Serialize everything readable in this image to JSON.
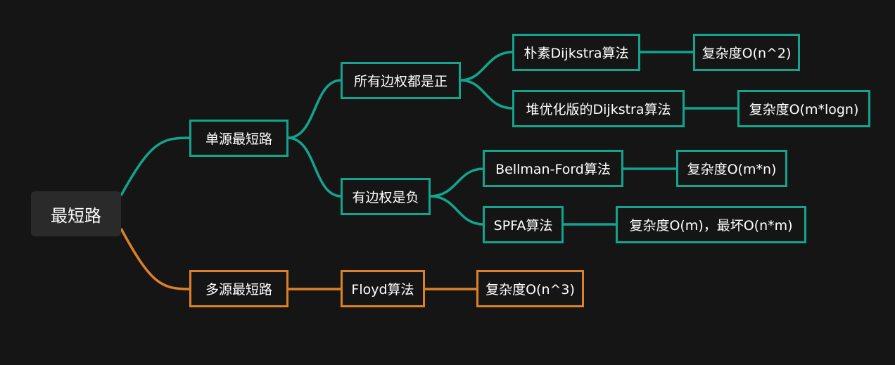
{
  "mindmap": {
    "root": "最短路",
    "colors": {
      "single_source_branch": "#12a48d",
      "multi_source_branch": "#dd8126",
      "background": "#151515",
      "root_fill": "#2a2a2a",
      "text": "#ffffff"
    },
    "single_source": {
      "label": "单源最短路",
      "all_positive": {
        "label": "所有边权都是正",
        "naive_dijkstra": {
          "label": "朴素Dijkstra算法",
          "complexity": "复杂度O(n^2)"
        },
        "heap_dijkstra": {
          "label": "堆优化版的Dijkstra算法",
          "complexity": "复杂度O(m*logn)"
        }
      },
      "has_negative": {
        "label": "有边权是负",
        "bellman_ford": {
          "label": "Bellman-Ford算法",
          "complexity": "复杂度O(m*n)"
        },
        "spfa": {
          "label": "SPFA算法",
          "complexity": "复杂度O(m)，最坏O(n*m)"
        }
      }
    },
    "multi_source": {
      "label": "多源最短路",
      "floyd": {
        "label": "Floyd算法",
        "complexity": "复杂度O(n^3)"
      }
    }
  }
}
